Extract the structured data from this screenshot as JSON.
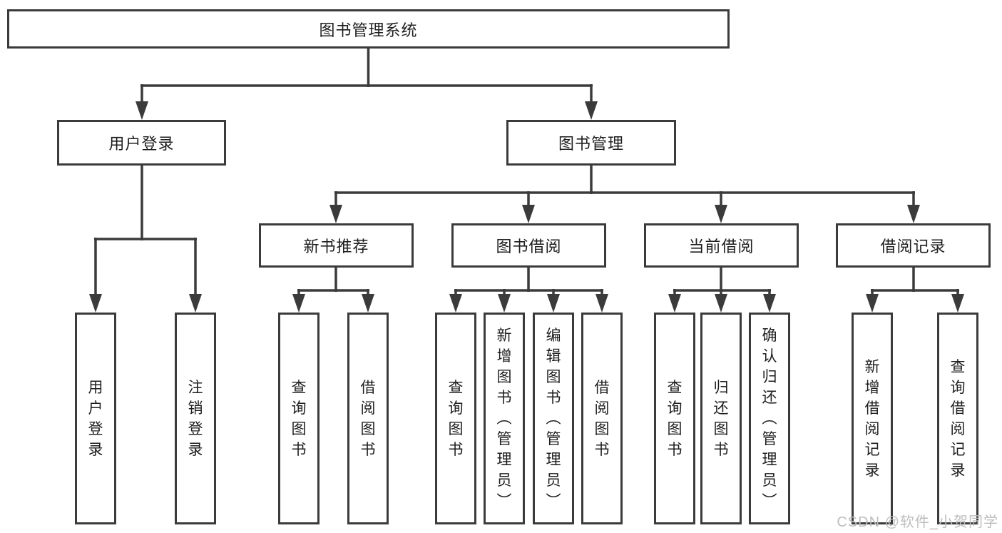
{
  "diagram": {
    "root": {
      "label": "图书管理系统"
    },
    "level2": [
      "用户登录",
      "图书管理"
    ],
    "level3": [
      "新书推荐",
      "图书借阅",
      "当前借阅",
      "借阅记录"
    ],
    "leaves": {
      "user_login": [
        "用户登录",
        "注销登录"
      ],
      "new_book_recommendation": [
        "查询图书",
        "借阅图书"
      ],
      "book_borrowing": [
        "查询图书",
        "新增图书（管理员）",
        "编辑图书（管理员）",
        "借阅图书"
      ],
      "current_borrowing": [
        "查询图书",
        "归还图书",
        "确认归还（管理员）"
      ],
      "borrowing_records": [
        "新增借阅记录",
        "查询借阅记录"
      ]
    }
  },
  "watermark": {
    "text": "CSDN @软件_小贺同学"
  },
  "colors": {
    "line": "#3b3b3b",
    "text": "#1e1e1e",
    "background": "#ffffff",
    "watermark": "#bdbdbd"
  }
}
